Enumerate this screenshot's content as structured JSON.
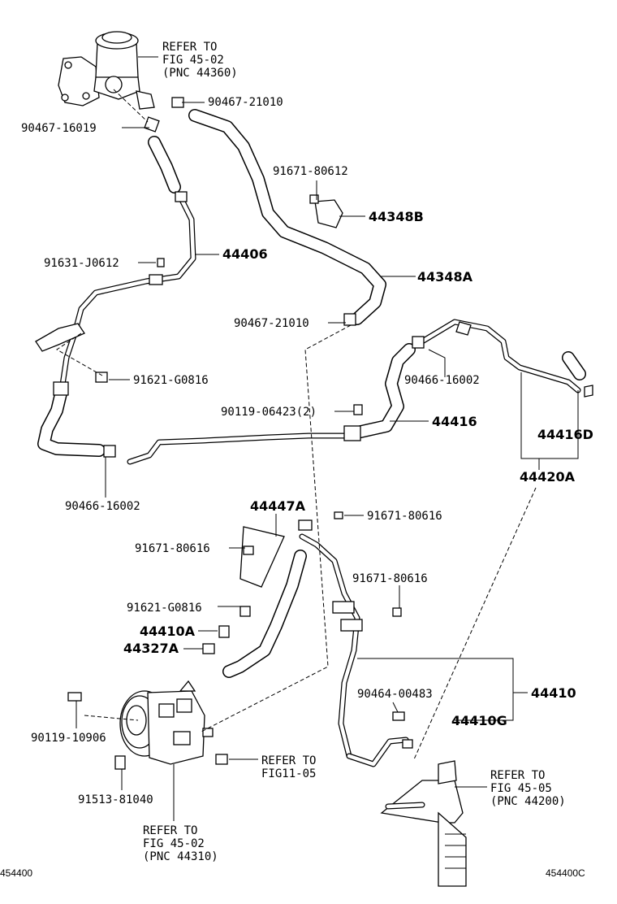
{
  "labels": {
    "refer_reservoir": [
      "REFER TO",
      "FIG 45-02",
      "(PNC 44360)"
    ],
    "p90467_21010_top": "90467-21010",
    "p90467_16019": "90467-16019",
    "p91671_80612": "91671-80612",
    "p44348B": "44348B",
    "p91631_J0612": "91631-J0612",
    "p44406": "44406",
    "p44348A": "44348A",
    "p90467_21010_mid": "90467-21010",
    "p90466_16002_right": "90466-16002",
    "p91621_G0816_top": "91621-G0816",
    "p90119_06423": "90119-06423(2)",
    "p44416": "44416",
    "p44416D": "44416D",
    "p44420A": "44420A",
    "p90466_16002_left": "90466-16002",
    "p44447A": "44447A",
    "p91671_80616_a": "91671-80616",
    "p91671_80616_b": "91671-80616",
    "p91671_80616_c": "91671-80616",
    "p91621_G0816_bot": "91621-G0816",
    "p44410A": "44410A",
    "p44327A": "44327A",
    "p44410": "44410",
    "p90464_00483": "90464-00483",
    "p44410G": "44410G",
    "p90119_10906": "90119-10906",
    "refer_fig11": [
      "REFER TO",
      "FIG11-05"
    ],
    "refer_gear": [
      "REFER TO",
      "FIG 45-05",
      "(PNC 44200)"
    ],
    "p91513_81040": "91513-81040",
    "refer_pump": [
      "REFER TO",
      "FIG 45-02",
      "(PNC 44310)"
    ],
    "code_left": "454400",
    "code_right": "454400C"
  }
}
